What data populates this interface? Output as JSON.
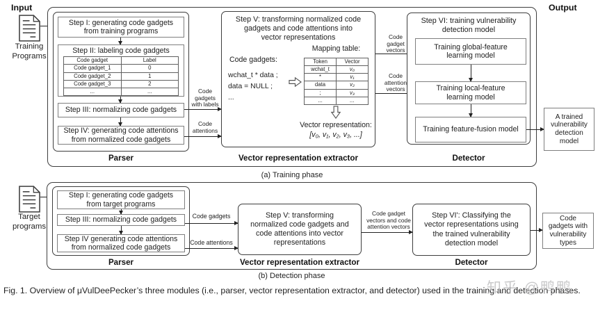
{
  "training_phase": {
    "input_label": "Input",
    "output_label": "Output",
    "source_label": "Training\nPrograms",
    "parser": {
      "step1": "Step I: generating code gadgets\nfrom training programs",
      "step2_title": "Step II: labeling code gadgets",
      "step2_table": {
        "headers": [
          "Code gadget",
          "Label"
        ],
        "rows": [
          [
            "Code gadget_1",
            "0"
          ],
          [
            "Code gadget_2",
            "1"
          ],
          [
            "Code gadget_3",
            "2"
          ],
          [
            "...",
            "..."
          ]
        ]
      },
      "step3": "Step III: normalizing code gadgets",
      "step4": "Step IV: generating code attentions\nfrom normalized code gadgets",
      "label": "Parser"
    },
    "arrow_labels": {
      "gadgets_with_labels": "Code\ngadgets\nwith labels",
      "attentions": "Code\nattentions",
      "gadget_vectors": "Code\ngadget\nvectors",
      "attention_vectors": "Code\nattention\nvectors"
    },
    "extractor": {
      "title": "Step V: transforming normalized code\ngadgets and code attentions into\nvector representations",
      "code_gadgets_label": "Code gadgets:",
      "code_lines": "wchat_t * data ;\ndata = NULL ;\n...",
      "mapping_title": "Mapping table:",
      "mapping_table": {
        "headers": [
          "Token",
          "Vector"
        ],
        "rows": [
          [
            "wchat_t",
            "v₀"
          ],
          [
            "*",
            "v₁"
          ],
          [
            "data",
            "v₂"
          ],
          [
            ";",
            "v₃"
          ],
          [
            "...",
            "..."
          ]
        ]
      },
      "vector_rep_label": "Vector representation:",
      "vector_rep": "[v₀, v₁, v₂, v₃, ...]",
      "label": "Vector representation extractor"
    },
    "detector": {
      "title": "Step VI: training vulnerability\ndetection model",
      "boxes": [
        "Training global-feature\nlearning model",
        "Training local-feature\nlearning model",
        "Training feature-fusion model"
      ],
      "label": "Detector"
    },
    "output_box": "A trained\nvulnerability\ndetection\nmodel",
    "caption": "(a) Training phase"
  },
  "detection_phase": {
    "source_label": "Target\nprograms",
    "parser": {
      "step1": "Step I: generating code gadgets\nfrom target programs",
      "step3": "Step III: normalizing code gadgets",
      "step4": "Step IV generating code attentions\nfrom normalized code gadgets",
      "label": "Parser"
    },
    "arrow_labels": {
      "gadgets": "Code gadgets",
      "attentions": "Code attentions",
      "vectors": "Code gadget\nvectors and code\nattention vectors"
    },
    "extractor": {
      "title": "Step V: transforming\nnormalized code gadgets and\ncode attentions into vector\nrepresentations",
      "label": "Vector representation extractor"
    },
    "detector": {
      "title": "Step VI': Classifying the\nvector representations using\nthe trained vulnerability\ndetection model",
      "label": "Detector"
    },
    "output_box": "Code\ngadgets with\nvulnerability\ntypes",
    "caption": "(b) Detection phase"
  },
  "figure_caption": "Fig. 1. Overview of μVulDeePecker’s three modules (i.e., parser, vector representation extractor, and detector) used in the training and detection phases.",
  "watermark": "知乎 @鸭鸭"
}
